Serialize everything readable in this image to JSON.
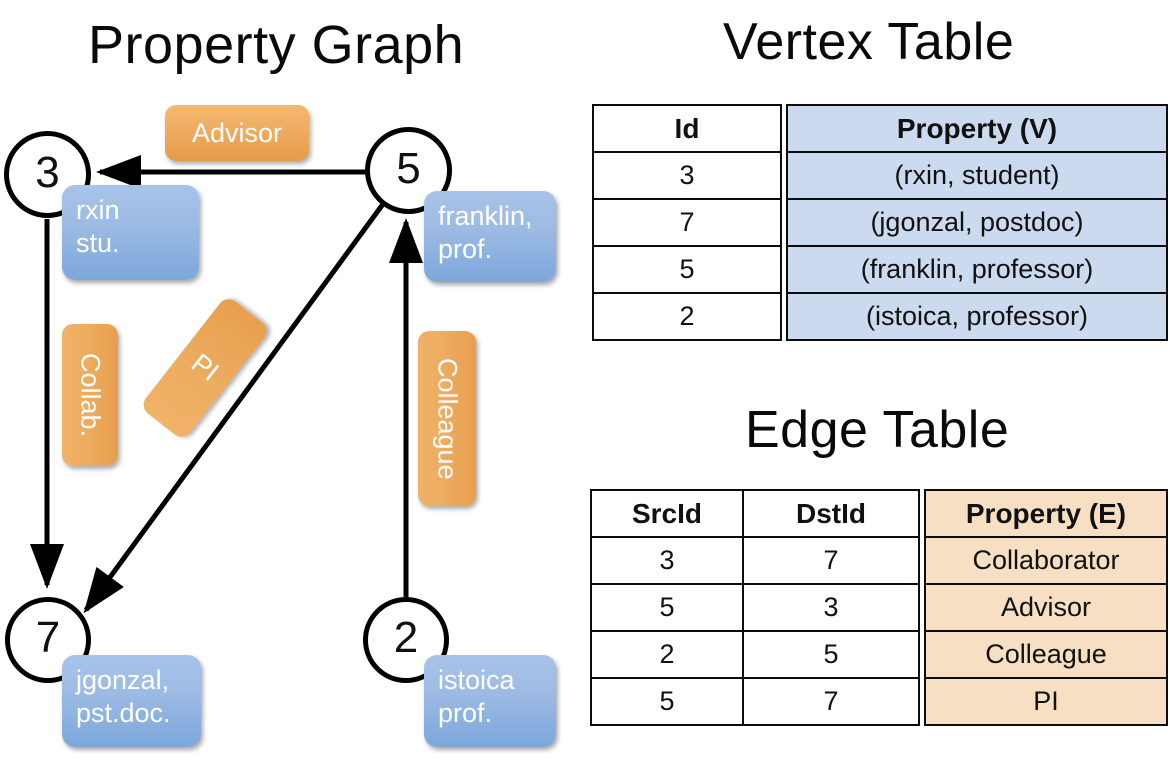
{
  "titles": {
    "graph": "Property Graph",
    "vertex": "Vertex Table",
    "edge": "Edge Table"
  },
  "graph": {
    "nodes": [
      {
        "id": "3",
        "label_line1": "rxin",
        "label_line2": "stu."
      },
      {
        "id": "5",
        "label_line1": "franklin,",
        "label_line2": "prof."
      },
      {
        "id": "7",
        "label_line1": "jgonzal,",
        "label_line2": "pst.doc."
      },
      {
        "id": "2",
        "label_line1": "istoica",
        "label_line2": "prof."
      }
    ],
    "edge_labels": [
      {
        "name": "advisor",
        "text": "Advisor"
      },
      {
        "name": "collab",
        "text": "Collab."
      },
      {
        "name": "pi",
        "text": "PI"
      },
      {
        "name": "colleague",
        "text": "Colleague"
      }
    ],
    "colors": {
      "vertex_box": "#9dbbe4",
      "edge_box": "#eeae62",
      "stroke": "#000000"
    }
  },
  "vertex_table": {
    "headers": [
      "Id",
      "Property (V)"
    ],
    "rows": [
      {
        "id": "3",
        "property": "(rxin, student)"
      },
      {
        "id": "7",
        "property": "(jgonzal, postdoc)"
      },
      {
        "id": "5",
        "property": "(franklin, professor)"
      },
      {
        "id": "2",
        "property": "(istoica, professor)"
      }
    ],
    "property_fill": "#ccdaef"
  },
  "edge_table": {
    "headers": [
      "SrcId",
      "DstId",
      "Property (E)"
    ],
    "rows": [
      {
        "src": "3",
        "dst": "7",
        "property": "Collaborator"
      },
      {
        "src": "5",
        "dst": "3",
        "property": "Advisor"
      },
      {
        "src": "2",
        "dst": "5",
        "property": "Colleague"
      },
      {
        "src": "5",
        "dst": "7",
        "property": "PI"
      }
    ],
    "property_fill": "#f7dfc4"
  }
}
